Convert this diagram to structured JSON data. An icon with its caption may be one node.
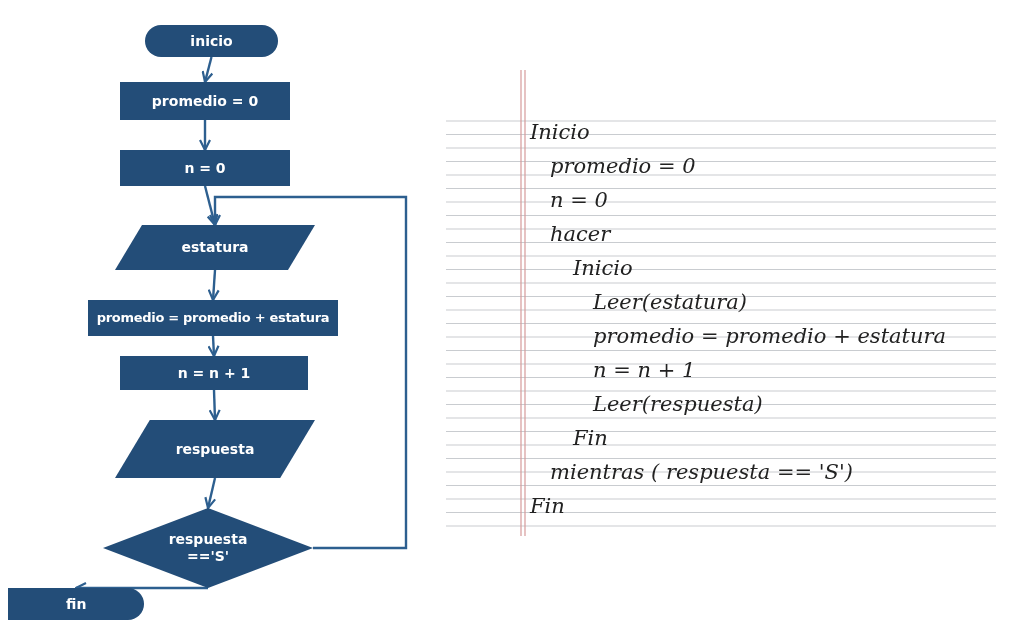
{
  "diagram": {
    "nodes": [
      {
        "text": [
          "inicio"
        ]
      },
      {
        "text": [
          "promedio = 0"
        ]
      },
      {
        "text": [
          "n = 0"
        ]
      },
      {
        "text": [
          "estatura"
        ]
      },
      {
        "text": [
          "promedio = promedio + estatura"
        ]
      },
      {
        "text": [
          "n = n + 1"
        ]
      },
      {
        "text": [
          "respuesta"
        ]
      },
      {
        "text": [
          "respuesta =='S'"
        ]
      },
      {
        "text": [
          "fin"
        ]
      }
    ],
    "edges": [
      {
        "from": 0,
        "to": 1,
        "arrow": "to"
      },
      {
        "from": 1,
        "to": 2,
        "arrow": "to"
      },
      {
        "from": 2,
        "to": 3,
        "arrow": "to"
      },
      {
        "from": 3,
        "to": 4,
        "arrow": "to"
      },
      {
        "from": 4,
        "to": 5,
        "arrow": "to"
      },
      {
        "from": 5,
        "to": 6,
        "arrow": "to"
      },
      {
        "from": 6,
        "to": 7,
        "arrow": "to"
      },
      {
        "from": 7,
        "to": 3,
        "arrow": "to"
      },
      {
        "from": 7,
        "to": 8,
        "arrow": "to"
      }
    ],
    "labels": [
      "Inicio",
      "promedio = 0",
      "n = 0",
      "hacer",
      "Inicio",
      "Leer(estatura)",
      "promedio = promedio + estatura",
      "n = n + 1",
      "Leer(respuesta)",
      "Fin",
      "mientras ( respuesta == 'S')",
      "Fin"
    ]
  }
}
